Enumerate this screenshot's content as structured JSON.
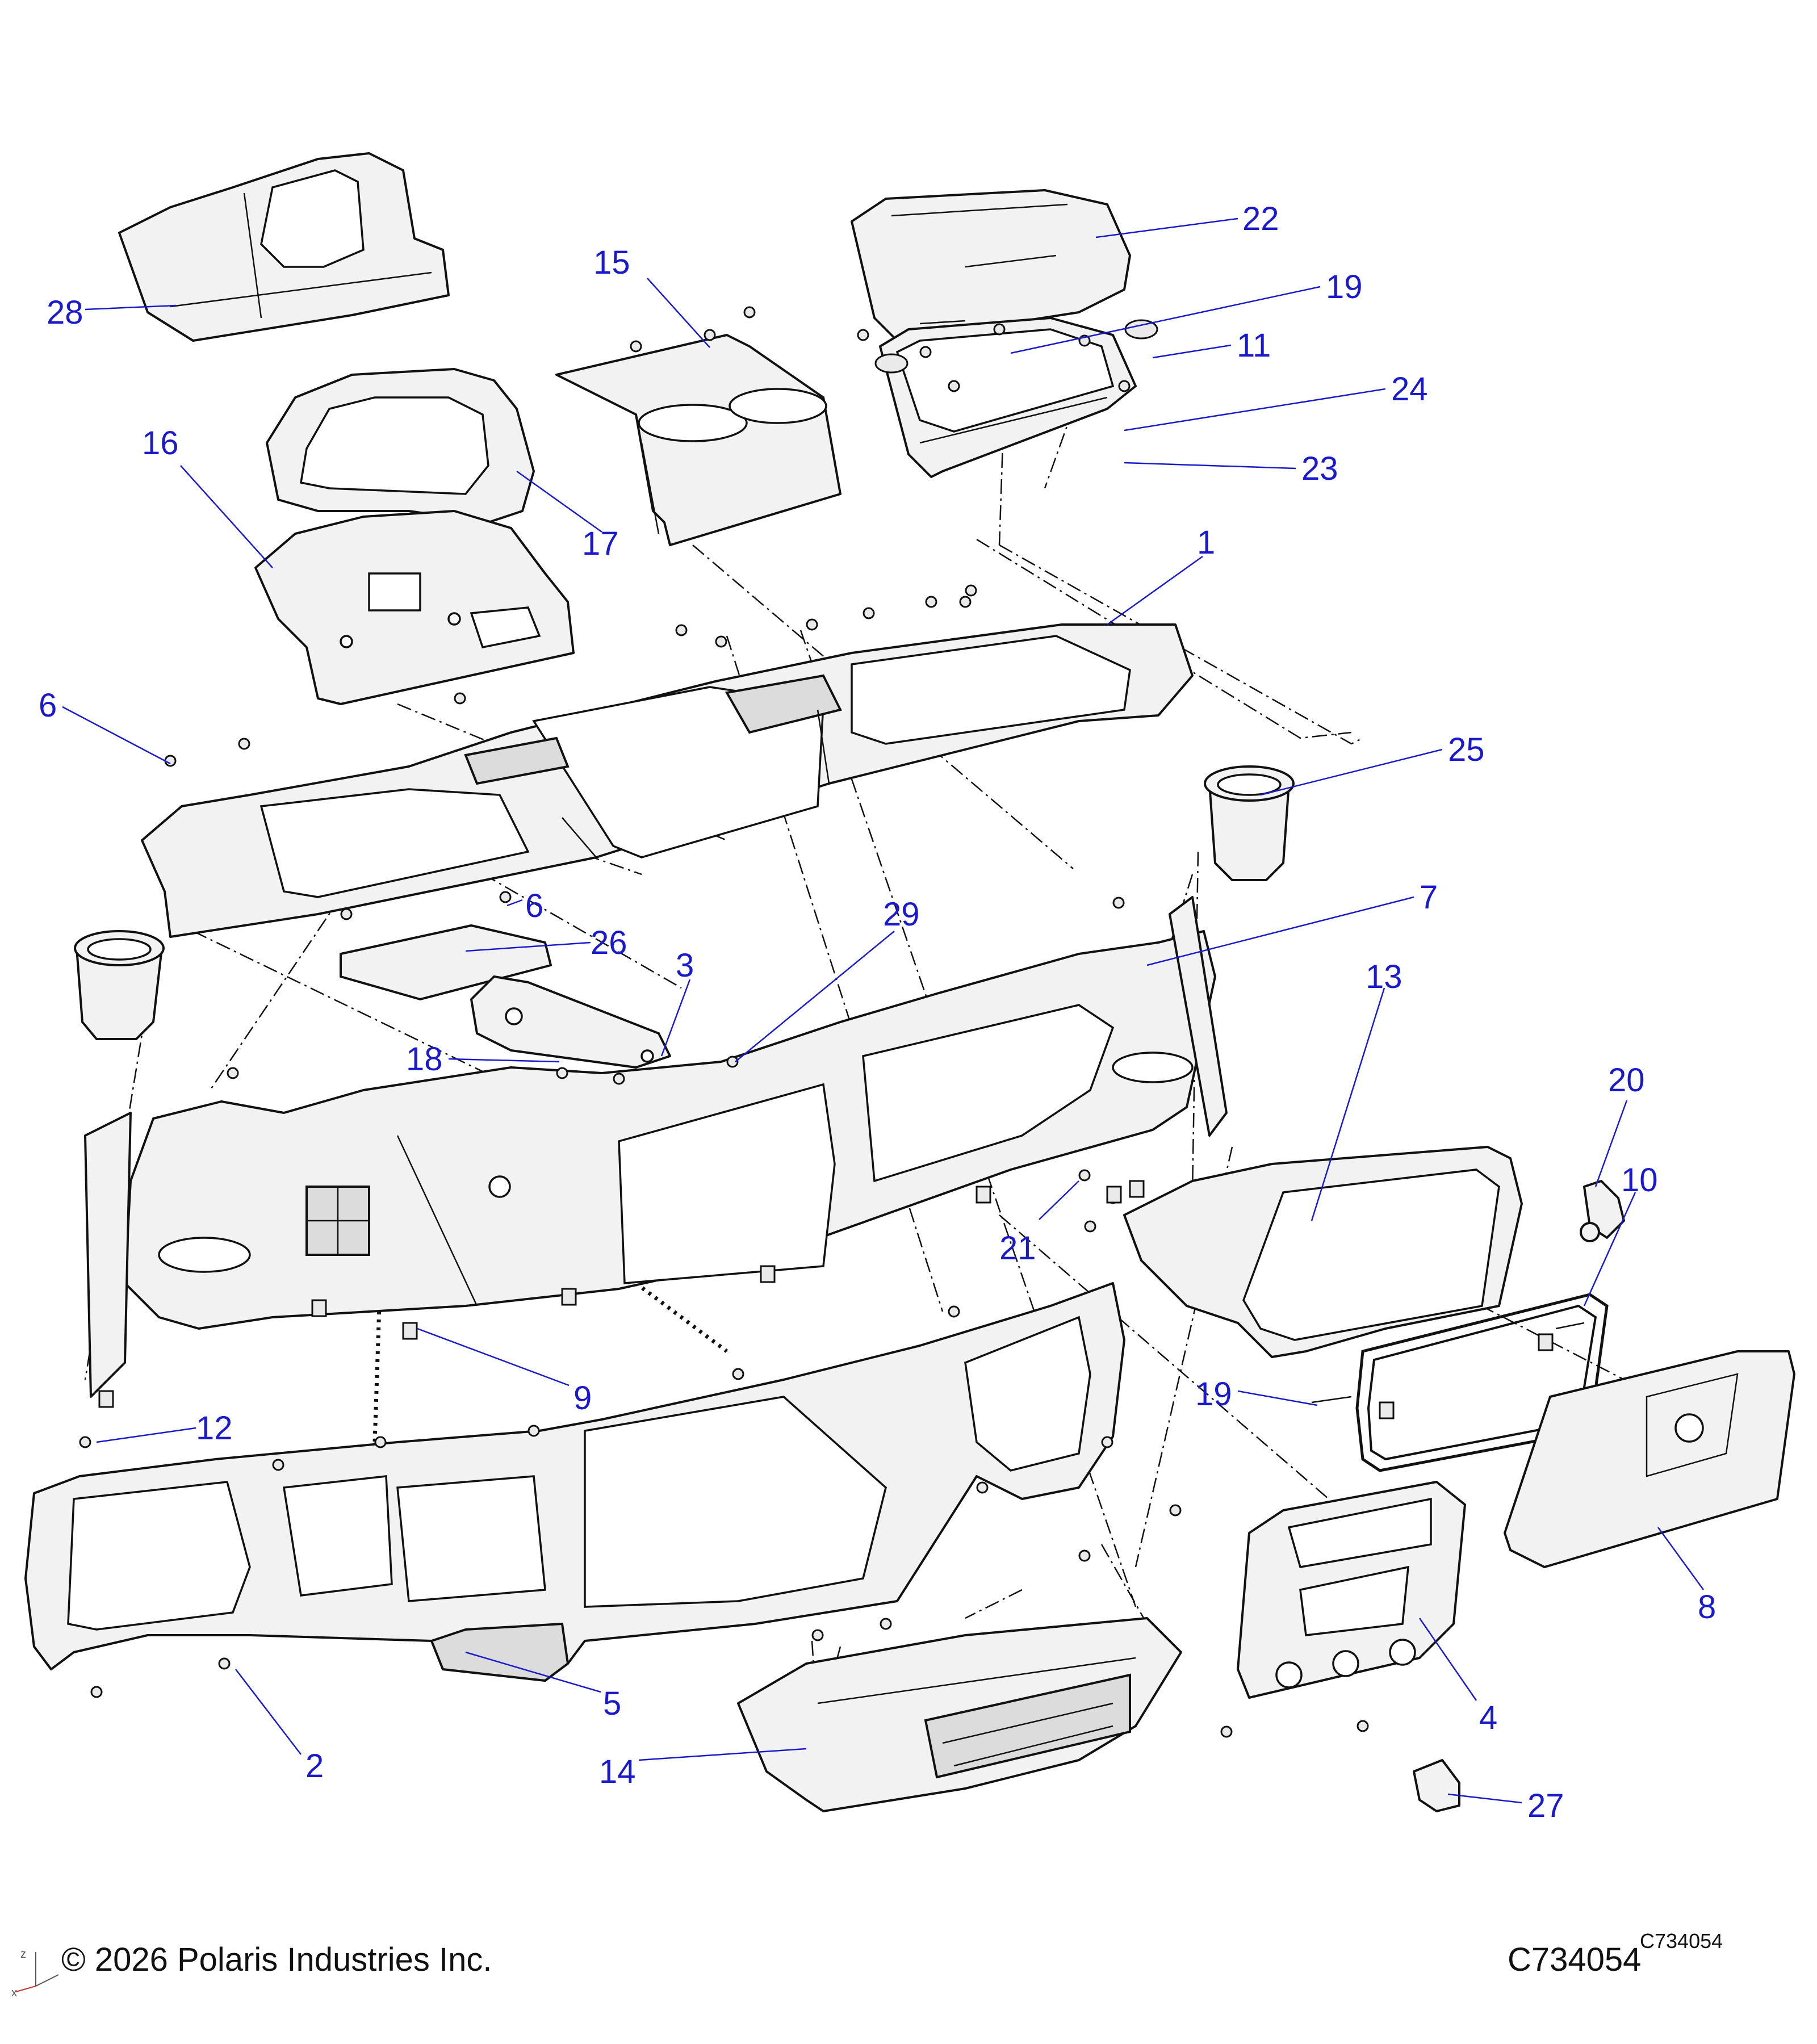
{
  "footer": {
    "copyright": "© 2026 Polaris Industries Inc.",
    "code_main": "C734054",
    "code_sup": "C734054"
  },
  "axis": {
    "z_label": "z",
    "x_label": "x"
  },
  "colors": {
    "callout": "#1a1acc",
    "line": "#111111",
    "part_fill": "#f2f2f2"
  },
  "callouts": [
    {
      "id": "28",
      "label": "28"
    },
    {
      "id": "15",
      "label": "15"
    },
    {
      "id": "22",
      "label": "22"
    },
    {
      "id": "19a",
      "label": "19"
    },
    {
      "id": "11",
      "label": "11"
    },
    {
      "id": "24",
      "label": "24"
    },
    {
      "id": "23",
      "label": "23"
    },
    {
      "id": "16",
      "label": "16"
    },
    {
      "id": "17",
      "label": "17"
    },
    {
      "id": "1",
      "label": "1"
    },
    {
      "id": "6a",
      "label": "6"
    },
    {
      "id": "25",
      "label": "25"
    },
    {
      "id": "6b",
      "label": "6"
    },
    {
      "id": "26",
      "label": "26"
    },
    {
      "id": "29",
      "label": "29"
    },
    {
      "id": "7",
      "label": "7"
    },
    {
      "id": "3",
      "label": "3"
    },
    {
      "id": "13",
      "label": "13"
    },
    {
      "id": "18",
      "label": "18"
    },
    {
      "id": "20",
      "label": "20"
    },
    {
      "id": "10",
      "label": "10"
    },
    {
      "id": "21",
      "label": "21"
    },
    {
      "id": "9",
      "label": "9"
    },
    {
      "id": "19b",
      "label": "19"
    },
    {
      "id": "12",
      "label": "12"
    },
    {
      "id": "8",
      "label": "8"
    },
    {
      "id": "5",
      "label": "5"
    },
    {
      "id": "2",
      "label": "2"
    },
    {
      "id": "4",
      "label": "4"
    },
    {
      "id": "14",
      "label": "14"
    },
    {
      "id": "27",
      "label": "27"
    }
  ]
}
